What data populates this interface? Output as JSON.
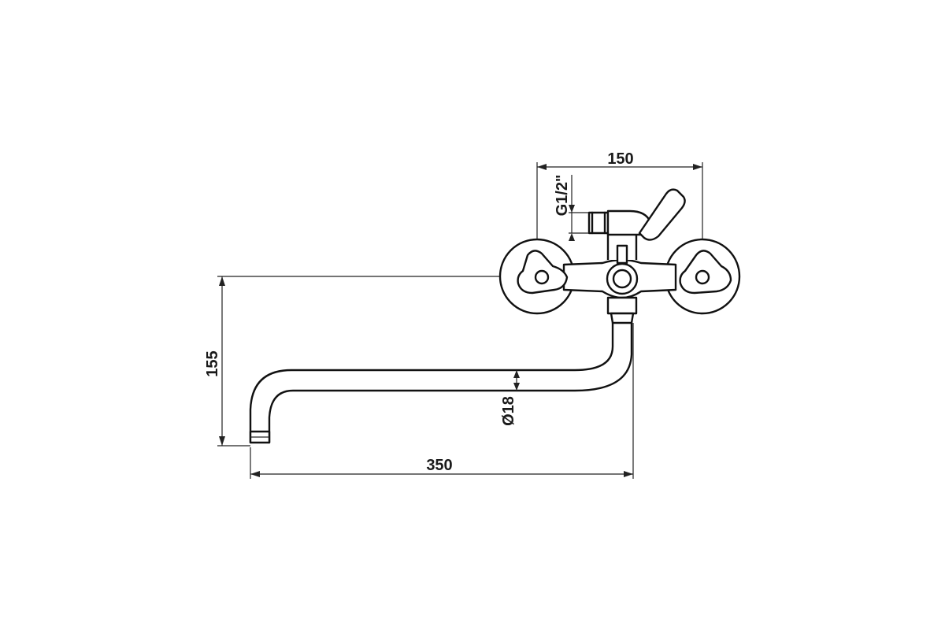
{
  "dimensions": {
    "width_top": "150",
    "thread": "G1/2\"",
    "height": "155",
    "pipe_diameter": "Ø18",
    "spout_length": "350"
  },
  "colors": {
    "line": "#111111",
    "background": "#ffffff"
  }
}
